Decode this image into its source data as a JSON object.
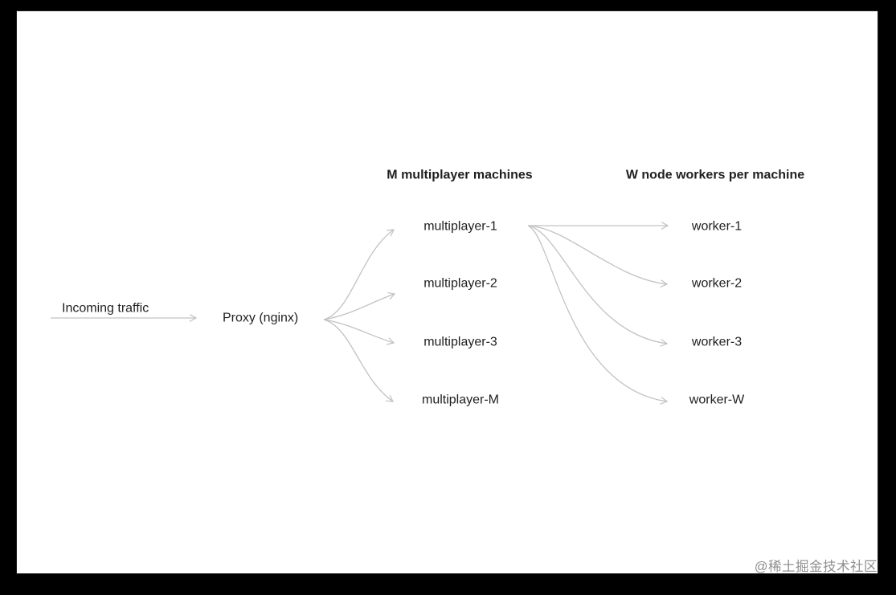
{
  "diagram": {
    "incoming_label": "Incoming traffic",
    "proxy_label": "Proxy (nginx)",
    "columns": [
      {
        "header": "M multiplayer machines",
        "nodes": [
          "multiplayer-1",
          "multiplayer-2",
          "multiplayer-3",
          "multiplayer-M"
        ]
      },
      {
        "header": "W node workers per machine",
        "nodes": [
          "worker-1",
          "worker-2",
          "worker-3",
          "worker-W"
        ]
      }
    ],
    "watermark": "@稀土掘金技术社区",
    "colors": {
      "frame": "#000000",
      "canvas": "#ffffff",
      "text": "#1f1f1f",
      "arrow": "#c2c2c2",
      "watermark": "#8f8f8f"
    }
  }
}
